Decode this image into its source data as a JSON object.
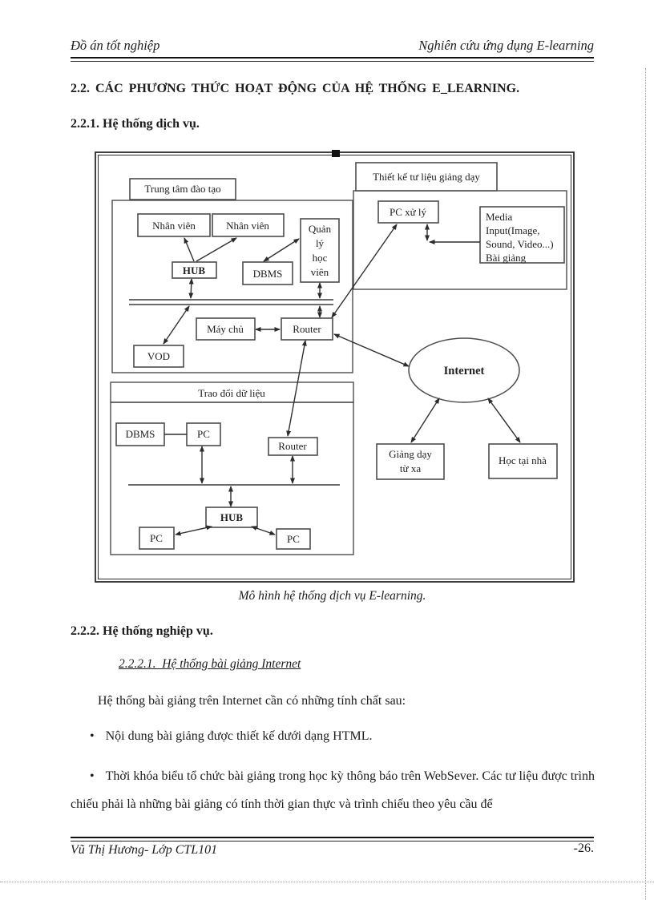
{
  "page": {
    "header_left": "Đồ án tốt nghiệp",
    "header_right": "Nghiên cứu ứng dụng E-learning",
    "footer_left": "Vũ Thị Hương- Lớp CTL101",
    "footer_right": "-26."
  },
  "headings": {
    "h22": "2.2. CÁC PHƯƠNG THỨC HOẠT ĐỘNG CỦA HỆ THỐNG E_LEARNING.",
    "h221": "2.2.1. Hệ thống dịch vụ.",
    "h222": "2.2.2. Hệ thống nghiệp vụ.",
    "h2221": "2.2.2.1.  Hệ thống bài giảng Internet"
  },
  "figure": {
    "caption": "Mô hình hệ thống dịch vụ E-learning.",
    "nodes": {
      "trung_tam": "Trung tâm đào tạo",
      "nhan_vien_a": "Nhân viên",
      "nhan_vien_b": "Nhân viên",
      "quan_ly": [
        "Quản",
        "lý",
        "học",
        "viên"
      ],
      "hub_top": "HUB",
      "dbms_top": "DBMS",
      "may_chu": "Máy chủ",
      "router_top": "Router",
      "vod": "VOD",
      "thiet_ke": "Thiết kế tư liệu giảng dạy",
      "pc_xu_ly": "PC xử lý",
      "media": [
        "Media",
        "Input(Image,",
        "Sound, Video...)",
        "Bài giảng"
      ],
      "internet": "Internet",
      "trao_doi": "Trao đổi dữ liệu",
      "dbms_bottom": "DBMS",
      "pc_mid": "PC",
      "router_bottom": "Router",
      "hub_bottom": "HUB",
      "pc_left": "PC",
      "pc_right": "PC",
      "giang_day": [
        "Giảng dạy",
        "từ xa"
      ],
      "hoc_tai_nha": "Học tại nhà"
    }
  },
  "body": {
    "intro": "Hệ thống bài giảng trên Internet cần có những tính chất sau:",
    "bullet_marker": "•",
    "bullet1": "Nội dung bài giảng được thiết kế dưới dạng HTML.",
    "bullet2": "Thời khóa biểu tổ chức bài giảng trong học kỳ thông báo trên WebSever.  Các tư liệu được trình chiếu phải  là những bài giảng có tính thời gian thực và trình chiếu theo yêu cầu để"
  }
}
